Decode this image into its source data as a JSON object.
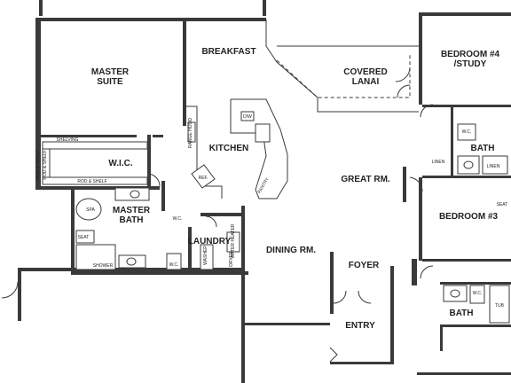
{
  "rooms": {
    "master_suite": [
      "MASTER",
      "SUITE"
    ],
    "breakfast": "BREAKFAST",
    "covered_lanai": [
      "COVERED",
      "LANAI"
    ],
    "bedroom4": [
      "BEDROOM #4",
      "/STUDY"
    ],
    "kitchen": "KITCHEN",
    "bath_upper": "BATH",
    "wic": "W.I.C.",
    "great_room": "GREAT RM.",
    "bedroom3": "BEDROOM #3",
    "master_bath": [
      "MASTER",
      "BATH"
    ],
    "laundry": "LAUNDRY",
    "dining": "DINING RM.",
    "foyer": "FOYER",
    "bath_lower": "BATH",
    "entry": "ENTRY"
  },
  "fixtures": {
    "shelving": "SHELVING",
    "rod_shelf_1": "ROD & SHELF",
    "rod_shelf_2": "ROD & SHELF",
    "rod_shelf_3": "ROD & SHELF",
    "dw": "D/W",
    "range_hood": "RANGE HOOD",
    "ref": "REF.",
    "pantry": "PANTRY",
    "spa": "SPA",
    "seat_1": "SEAT",
    "seat_2": "SEAT",
    "shower": "SHOWER",
    "linen_1": "LINEN",
    "linen_2": "LINEN",
    "wc_1": "W.C.",
    "wc_2": "W.C.",
    "wc_3": "W.C.",
    "wc_4": "W.C.",
    "washer": "WASHER",
    "dryer": "DRYER",
    "water_heater": "WATER HEATER",
    "tub": "TUB"
  }
}
